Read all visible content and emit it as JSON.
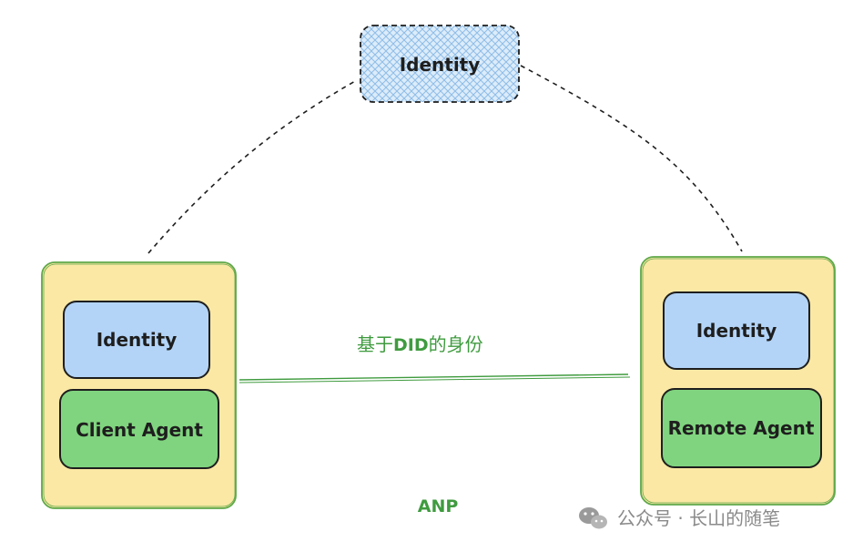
{
  "nodes": {
    "top_identity": {
      "label": "Identity"
    },
    "client": {
      "identity_label": "Identity",
      "agent_label": "Client Agent"
    },
    "remote": {
      "identity_label": "Identity",
      "agent_label": "Remote Agent"
    }
  },
  "edges": {
    "link_label_pre": "基于",
    "link_label_bold": "DID",
    "link_label_post": "的身份",
    "protocol_label": "ANP"
  },
  "watermark": {
    "text": "公众号 · 长山的随笔",
    "icon": "wechat-icon"
  },
  "colors": {
    "container_fill": "#fae8a4",
    "container_stroke": "#5fa84a",
    "identity_fill": "#b3d4f7",
    "agent_fill": "#80d47f",
    "top_identity_fill": "#d6e9f9",
    "accent_green": "#3f9b3f"
  }
}
